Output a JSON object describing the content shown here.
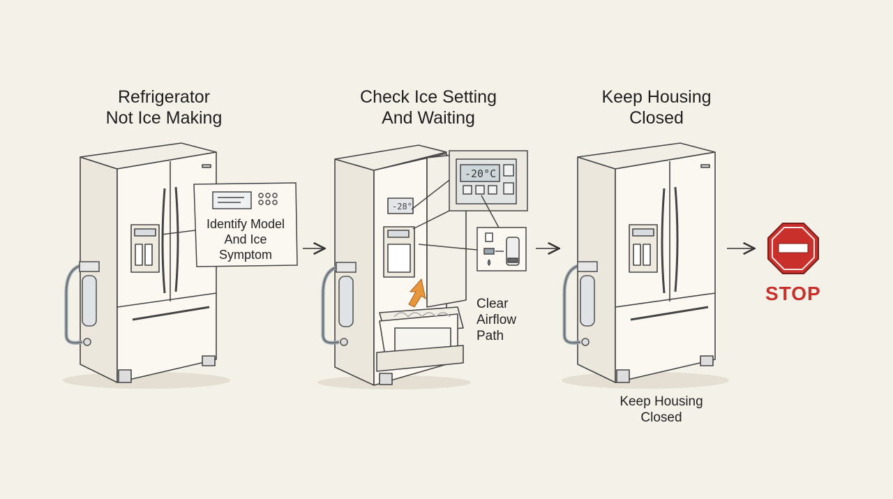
{
  "steps": [
    {
      "title_line1": "Refrigerator",
      "title_line2": "Not Ice Making",
      "callout_line1": "Identify Model",
      "callout_line2": "And Ice",
      "callout_line3": "Symptom"
    },
    {
      "title_line1": "Check Ice Setting",
      "title_line2": "And Waiting",
      "panel_temp": "-20°C",
      "door_temp": "-28°",
      "label_line1": "Clear",
      "label_line2": "Airflow",
      "label_line3": "Path"
    },
    {
      "title_line1": "Keep Housing",
      "title_line2": "Closed",
      "label_line1": "Keep Housing",
      "label_line2": "Closed"
    }
  ],
  "stop_sign": {
    "text": "STOP"
  },
  "icons": [
    "refrigerator-icon",
    "water-filter-icon",
    "arrow-right-icon",
    "stop-sign-icon",
    "temperature-panel-icon",
    "airflow-arrow-icon"
  ],
  "colors": {
    "background": "#f4f1e8",
    "stop_red": "#c9302c",
    "airflow_orange": "#e8963a",
    "line": "#444444"
  }
}
